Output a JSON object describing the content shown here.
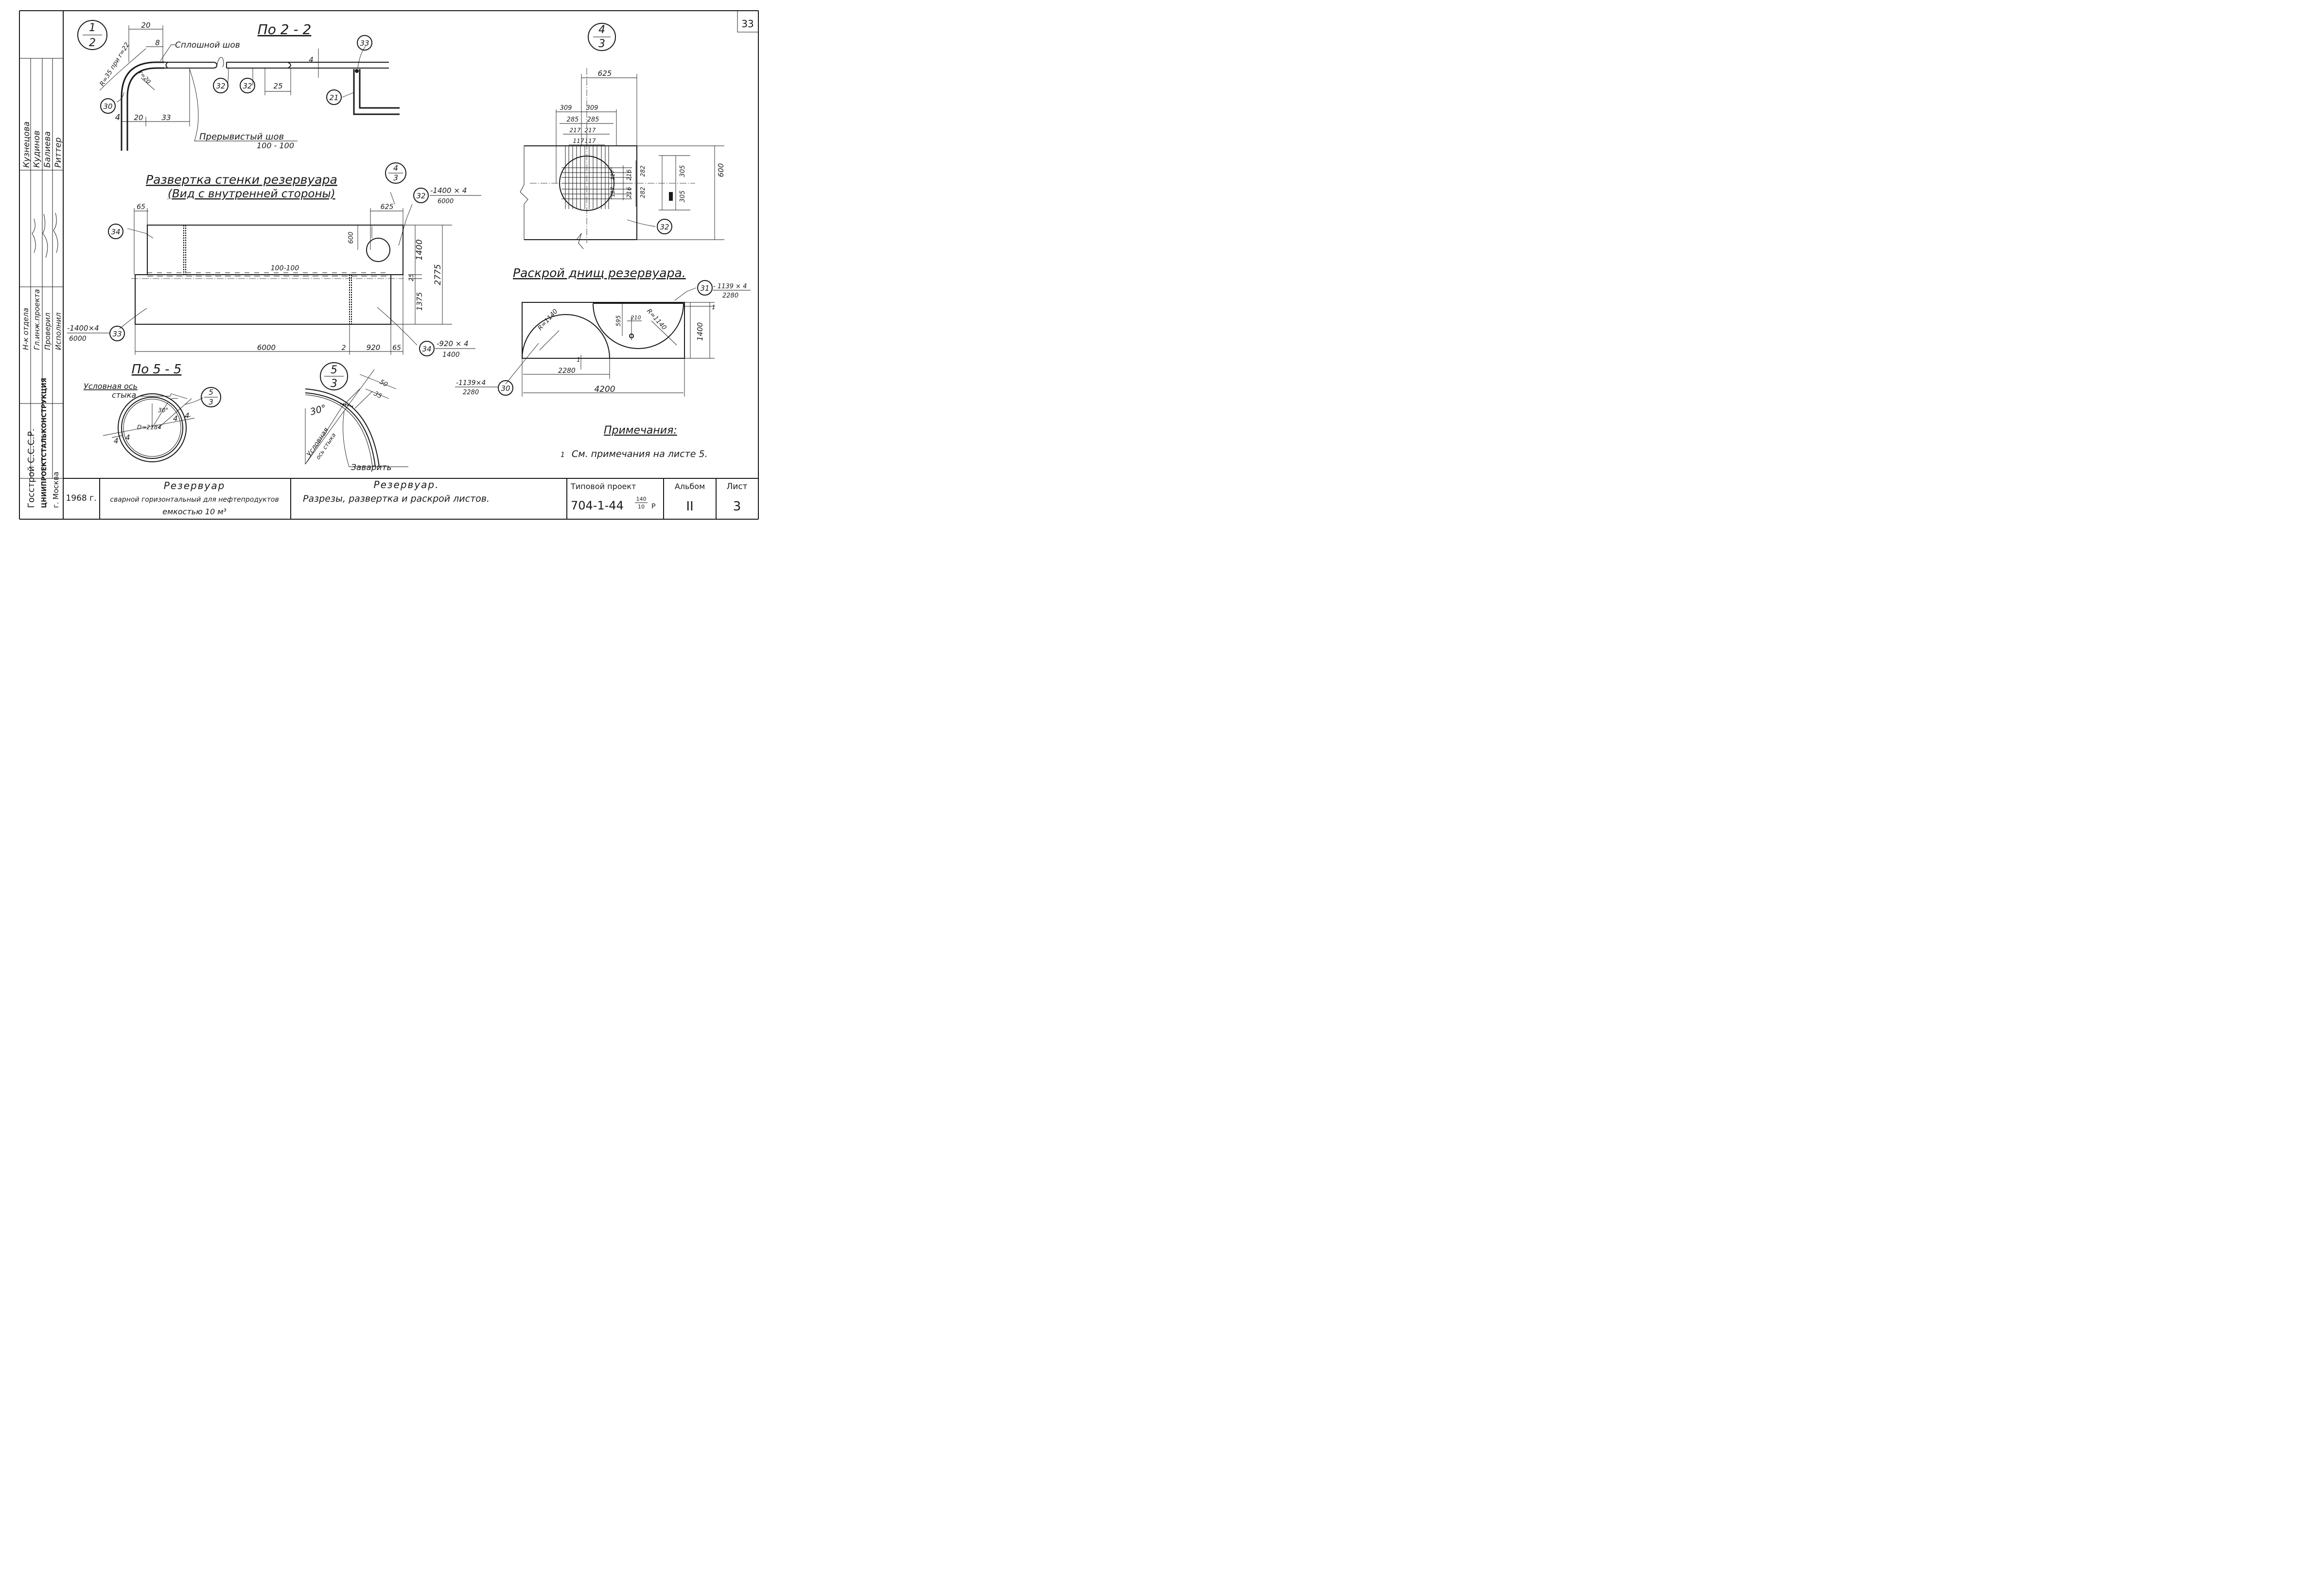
{
  "sheet_number_corner": "33",
  "side_stamp": {
    "roles": [
      "Н-к отдела",
      "Гл.инж.проекта",
      "Проверил",
      "Исполнил"
    ],
    "names": [
      "Кудинов",
      "Балиева",
      "Риттер",
      "Кузнецова"
    ],
    "org1": "Госстрой С.С.С.Р.",
    "org2": "ЦНИИПРОЕКТСТАЛЬКОНСТРУКЦИЯ",
    "org3": "г. Москва"
  },
  "detail_1_2": {
    "callout_top": "1",
    "callout_bottom": "2",
    "section_title": "По 2 - 2",
    "weld_solid": "Сплошной шов",
    "weld_intermittent": "Прерывистый шов",
    "weld_intermittent_size": "100 - 100",
    "r_note": "R=35 при r=22",
    "r_inner": "r=20",
    "dims": {
      "d20_top": "20",
      "d8": "8",
      "d4_left": "4",
      "d20": "20",
      "d33": "33",
      "d25": "25",
      "d4_right": "4"
    },
    "balloons": {
      "b30": "30",
      "b32a": "32",
      "b32b": "32",
      "b33": "33",
      "b21": "21"
    }
  },
  "wall_development": {
    "title": "Развертка стенки резервуара",
    "subtitle": "(Вид с внутренней стороны)",
    "callout_top": "4",
    "callout_bottom": "3",
    "dims": {
      "d65_top": "65",
      "d625": "625",
      "d600": "600",
      "d1400": "1400",
      "d2775": "2775",
      "d25": "25",
      "d1375": "1375",
      "d100_100": "100-100",
      "d6000": "6000",
      "d2": "2",
      "d920": "920",
      "d65_bottom": "65"
    },
    "balloons": {
      "b34_left": "34",
      "b32": "32",
      "b33": "33",
      "b34_right": "34"
    },
    "spec_32": {
      "top": "-1400 × 4",
      "bottom": "6000"
    },
    "spec_33": {
      "top": "-1400×4",
      "bottom": "6000"
    },
    "spec_34": {
      "top": "-920 × 4",
      "bottom": "1400"
    }
  },
  "detail_4_3": {
    "callout_top": "4",
    "callout_bottom": "3",
    "dims": {
      "d625": "625",
      "d309a": "309",
      "d309b": "309",
      "d285a": "285",
      "d285b": "285",
      "d217a": "217",
      "d217b": "217",
      "d117a": "117",
      "d117b": "117",
      "d117c": "117",
      "d117d": "117",
      "d216a": "216",
      "d216b": "216",
      "d282a": "282",
      "d282b": "282",
      "d305a": "305",
      "d305b": "305",
      "d600": "600"
    },
    "balloon": "32"
  },
  "bottoms_layout": {
    "title": "Раскрой днищ резервуара.",
    "dims": {
      "r_left": "R=1140",
      "r_right": "R=1140",
      "d595": "595",
      "d210": "210",
      "d1_top": "1",
      "d1_mid": "1",
      "d1400": "1400",
      "d2280": "2280",
      "d4200": "4200"
    },
    "balloons": {
      "b31": "31",
      "b30": "30"
    },
    "spec_31": {
      "top": "- 1139 × 4",
      "bottom": "2280"
    },
    "spec_30": {
      "top": "-1139×4",
      "bottom": "2280"
    }
  },
  "section_5_5": {
    "title": "По 5 - 5",
    "axis_label1": "Условная ось",
    "axis_label2": "стыка",
    "angle": "30°",
    "diameter": "D=2184",
    "t4a": "4",
    "t4b": "4",
    "t4c": "4",
    "t4d": "4",
    "callout_top": "5",
    "callout_bottom": "3"
  },
  "detail_5_3": {
    "callout_top": "5",
    "callout_bottom": "3",
    "d50": "50",
    "d35": "35",
    "angle": "30°",
    "axis_label1": "Условная",
    "axis_label2": "ось стыка",
    "weld_note": "Заварить"
  },
  "notes": {
    "title": "Примечания:",
    "item_num": "1",
    "item_text": "См. примечания на листе 5."
  },
  "title_block": {
    "year": "1968 г.",
    "product_name": "Резервуар",
    "product_desc": "сварной горизонтальный для нефтепродуктов",
    "product_capacity": "емкостью 10 м³",
    "sheet_title": "Резервуар.",
    "sheet_subtitle": "Разрезы, развертка и раскрой листов.",
    "project_label": "Типовой проект",
    "project_code": "704-1-44",
    "project_frac_top": "140",
    "project_frac_bottom": "10",
    "project_suffix": "Р",
    "album_label": "Альбом",
    "album_value": "II",
    "sheet_label": "Лист",
    "sheet_value": "3"
  }
}
